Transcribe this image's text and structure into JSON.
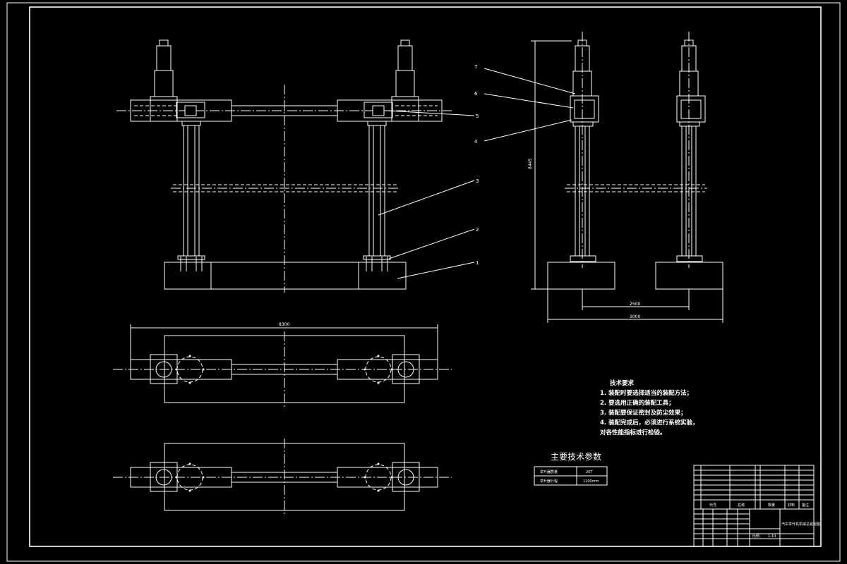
{
  "drawing": {
    "part_labels": [
      "1",
      "2",
      "3",
      "4",
      "5",
      "6",
      "7"
    ],
    "dimensions": {
      "front_height": "8445",
      "top_width": "8300",
      "side_spacing_inner": "2500",
      "side_spacing_outer": "3000"
    },
    "tech_requirements": {
      "heading": "技术要求",
      "lines": [
        "1. 装配时要选择适当的装配方法；",
        "2. 要选用正确的装配工具；",
        "3. 装配要保证密封及防尘效果；",
        "4. 装配完成后，必须进行系统实验，",
        "对各性能指标进行检验。"
      ]
    },
    "main_params": {
      "title": "主要技术参数",
      "rows": [
        {
          "name": "举升器质量",
          "value": "20T"
        },
        {
          "name": "举升器行程",
          "value": "1100mm"
        }
      ]
    },
    "title_block": {
      "col_code": "代号",
      "col_name": "名称",
      "col_qty": "数量",
      "col_material": "材料",
      "col_note": "备注",
      "drawing_title": "汽车举升机机械总装配图",
      "scale_row": [
        "比例",
        "1:10"
      ]
    }
  }
}
